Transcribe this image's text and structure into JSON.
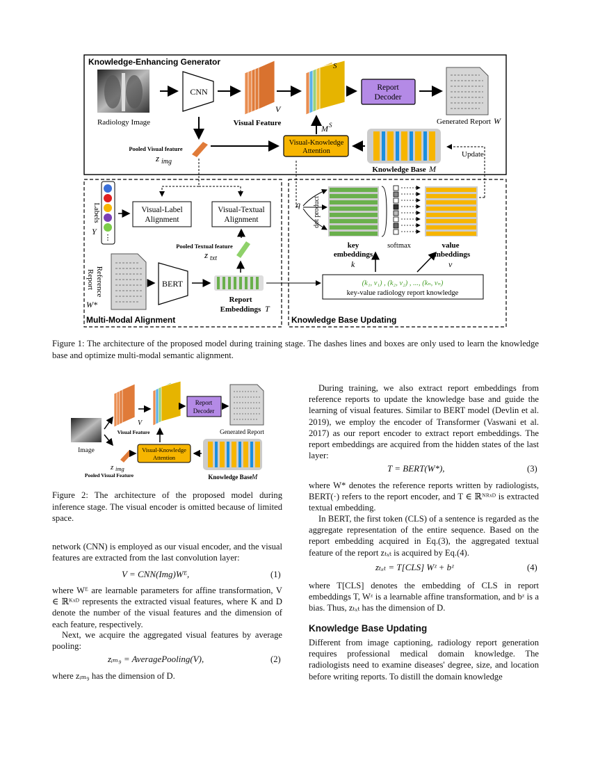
{
  "figure1": {
    "panel_kg": "Knowledge-Enhancing Generator",
    "panel_mma": "Multi-Modal Alignment",
    "panel_kbu": "Knowledge Base Updating",
    "radiology_image": "Radiology Image",
    "cnn": "CNN",
    "visual_feature": "Visual Feature",
    "v": "V",
    "ms": "M",
    "ms_sup": "S",
    "report_decoder_1": "Report",
    "report_decoder_2": "Decoder",
    "generated_report": "Generated Report",
    "w": "W",
    "pooled_visual": "Pooled Visual feature",
    "z_img": "z",
    "img_sub": "img",
    "vka_1": "Visual-Knowledge",
    "vka_2": "Attention",
    "kb": "Knowledge Base",
    "m": "M",
    "update": "Update",
    "labels": "Labels",
    "y": "Y",
    "dots": "⋮",
    "vla_1": "Visual-Label",
    "vla_2": "Alignment",
    "vta_1": "Visual-Textual",
    "vta_2": "Alignment",
    "pooled_textual": "Pooled Textual feature",
    "z_txt": "z",
    "txt_sub": "txt",
    "reference_1": "Reference",
    "reference_2": "Report",
    "w_star": "W*",
    "bert": "BERT",
    "report_emb_1": "Report",
    "report_emb_2": "Embeddings",
    "t": "T",
    "q": "q",
    "dot_product": "dot product",
    "key_1": "key",
    "key_2": "embeddings",
    "k": "k",
    "softmax": "softmax",
    "value_1": "value",
    "value_2": "embeddings",
    "vv": "v",
    "kv_formula": "(k₁, v₁) , (k₂, v₂) , ..., (kₙ, vₙ)",
    "kv_text": "key-value radiology report knowledge",
    "colors": {
      "orange": "#e07b39",
      "yellow": "#f0b400",
      "blue": "#1a8fe0",
      "green": "#6ab04c",
      "purple": "#b48ae6",
      "gold": "#f7b500"
    }
  },
  "figure1_caption": "Figure 1: The architecture of the proposed model during training stage. The dashes lines and boxes are only used to learn the knowledge base and optimize multi-modal semantic alignment.",
  "figure2": {
    "image": "Image",
    "visual_feature": "Visual Feature",
    "v": "V",
    "report_decoder_1": "Report",
    "report_decoder_2": "Decoder",
    "generated_report": "Generated Report",
    "pooled_visual": "Pooled Visual Feature",
    "z_img": "z",
    "img_sub": "img",
    "vka_1": "Visual-Knowledge",
    "vka_2": "Attention",
    "kb": "Knowledge Base",
    "m": "M"
  },
  "figure2_caption": "Figure 2: The architecture of the proposed model during inference stage. The visual encoder is omitted because of limited space.",
  "left": {
    "p1": "network (CNN) is employed as our visual encoder, and the visual features are extracted from the last convolution layer:",
    "eq1": "V = CNN(Img)Wᴱ,",
    "eq1_num": "(1)",
    "p2": "where Wᴱ are learnable parameters for affine transformation, V ∈ ℝᴷˣᴰ represents the extracted visual features, where K and D denote the number of the visual features and the dimension of each feature, respectively.",
    "p3": "Next, we acquire the aggregated visual features by average pooling:",
    "eq2": "zᵢₘ₉ = AveragePooling(V),",
    "eq2_num": "(2)",
    "p4": "where zᵢₘ₉ has the dimension of D."
  },
  "right": {
    "p1": "During training, we also extract report embeddings from reference reports to update the knowledge base and guide the learning of visual features. Similar to BERT model (Devlin et al. 2019), we employ the encoder of Transformer (Vaswani et al. 2017) as our report encoder to extract report embeddings. The report embeddings are acquired from the hidden states of the last layer:",
    "eq3": "T = BERT(W*),",
    "eq3_num": "(3)",
    "p2": "where W* denotes the reference reports written by radiologists, BERT(·) refers to the report encoder, and T ∈ ℝᴺᴿˣᴰ is extracted textual embedding.",
    "p3": "In BERT, the first token (CLS) of a sentence is regarded as the aggregate representation of the entire sequence. Based on the report embedding acquired in Eq.(3), the aggregated textual feature of the report zₜₓₜ is acquired by Eq.(4).",
    "eq4": "zₜₓₜ = T[CLS] Wᶻ + bᶻ",
    "eq4_num": "(4)",
    "p4": "where T[CLS] denotes the embedding of CLS in report embeddings T, Wᶻ is a learnable affine transformation, and bᶻ is a bias. Thus, zₜₓₜ has the dimension of D.",
    "heading": "Knowledge Base Updating",
    "p5": "Different from image captioning, radiology report generation requires professional medical domain knowledge. The radiologists need to examine diseases' degree, size, and location before writing reports. To distill the domain knowledge"
  }
}
